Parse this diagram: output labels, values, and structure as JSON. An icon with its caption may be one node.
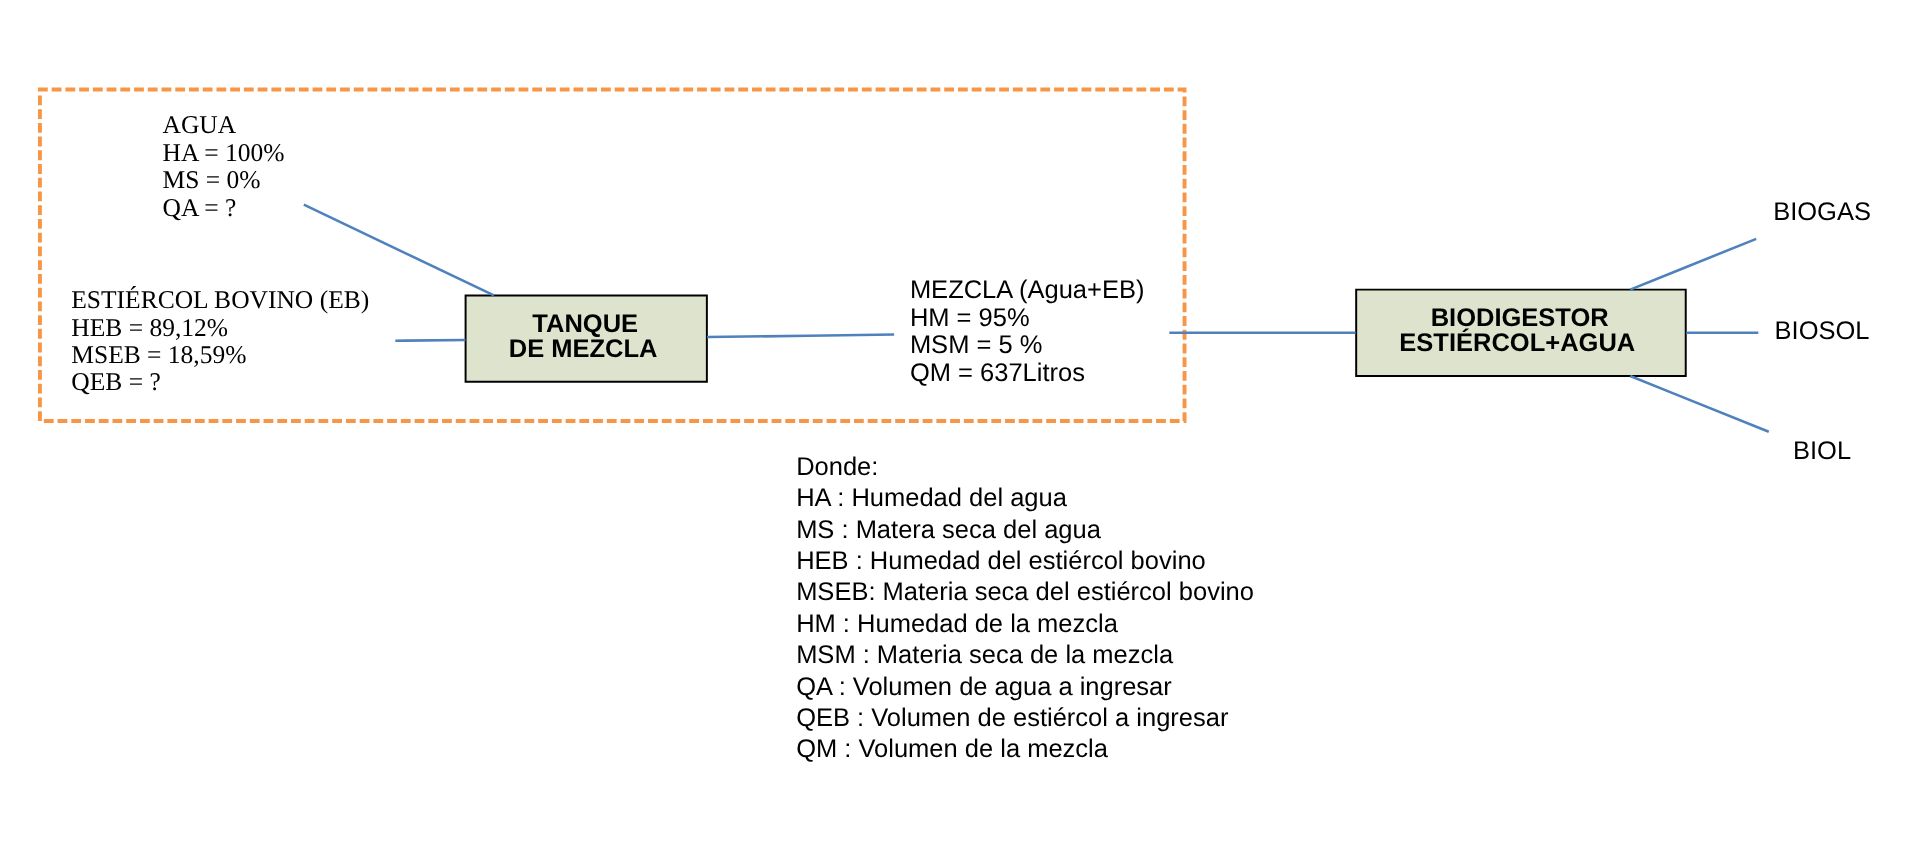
{
  "diagram": {
    "nodes": [
      {
        "text": [],
        "shape": "box"
      },
      {
        "text": [
          "AGUA",
          "HA = 100%",
          "MS = 0%",
          "QA = ?"
        ],
        "in": 0
      },
      {
        "text": [
          "ESTIÉRCOL BOVINO (EB)",
          "HEB = 89,12%",
          "MSEB = 18,59%",
          "QEB = ?"
        ],
        "in": 0
      },
      {
        "text": [
          "TANQUE DE MEZCLA"
        ],
        "in": 0
      },
      {
        "text": [
          "MEZCLA (Agua+EB)",
          "HM = 95%",
          "MSM = 5 %",
          "QM = 637Litros"
        ],
        "in": 0
      },
      {
        "text": [
          "BIODIGESTOR ESTIÉRCOL+AGUA"
        ]
      },
      {
        "text": [
          "BIOGAS"
        ]
      },
      {
        "text": [
          "BIOSOL"
        ]
      },
      {
        "text": [
          "BIOL"
        ]
      }
    ],
    "edges": [
      {
        "from": 1,
        "to": 3,
        "arrow": "none"
      },
      {
        "from": 2,
        "to": 3,
        "arrow": "none"
      },
      {
        "from": 3,
        "to": 4,
        "arrow": "none"
      },
      {
        "from": 4,
        "to": 5,
        "arrow": "none"
      },
      {
        "from": 5,
        "to": 6,
        "arrow": "none"
      },
      {
        "from": 5,
        "to": 7,
        "arrow": "none"
      },
      {
        "from": 5,
        "to": 8,
        "arrow": "none"
      }
    ],
    "labels": [
      "Donde:",
      "HA : Humedad del agua",
      "MS : Matera seca del agua",
      "HEB : Humedad del estiércol bovino",
      "MSEB: Materia seca del estiércol bovino",
      "HM : Humedad de la mezcla",
      "MSM : Materia seca de la mezcla",
      "QA : Volumen de agua a ingresar",
      "QEB : Volumen de estiércol a ingresar",
      "QM : Volumen de la mezcla"
    ]
  }
}
